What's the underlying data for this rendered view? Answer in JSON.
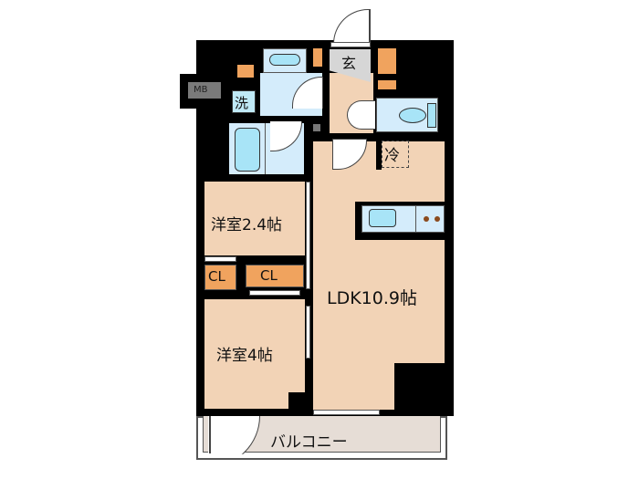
{
  "floorplan": {
    "rooms": {
      "entrance": "玄",
      "washroom": "洗",
      "refrigerator": "冷",
      "western_room_1": "洋室2.4帖",
      "western_room_2": "洋室4帖",
      "closet_1": "CL",
      "closet_2": "CL",
      "ldk": "LDK10.9帖",
      "balcony": "バルコニー",
      "meter_box": "MB"
    },
    "colors": {
      "wall": "#000000",
      "floor": "#f2d3b6",
      "wet_area": "#d4ecfb",
      "fixture": "#a8e4f7",
      "closet": "#f0a35e",
      "entrance": "#d6d6d6",
      "balcony": "#e6ddd6",
      "meter_box": "#7a7a7a"
    }
  }
}
